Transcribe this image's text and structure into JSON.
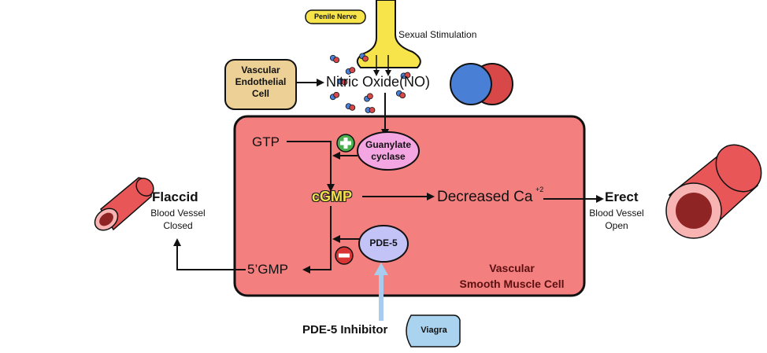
{
  "labels": {
    "penile_nerve": "Penile Nerve",
    "sexual_stimulation": "Sexual Stimulation",
    "vascular_endothelial_cell": "Vascular\nEndothelial\nCell",
    "nitric_oxide": "Nitric Oxide(NO)",
    "gtp": "GTP",
    "guanylate_cyclase": "Guanylate\ncyclase",
    "cgmp": "cGMP",
    "decreased_ca": "Decreased Ca",
    "ca_superscript": "+2",
    "erect": "Erect",
    "erect_sub": "Blood Vessel\nOpen",
    "flaccid": "Flaccid",
    "flaccid_sub": "Blood Vessel\nClosed",
    "pde5": "PDE-5",
    "five_gmp": "5’GMP",
    "smooth_muscle_cell": "Vascular\nSmooth Muscle Cell",
    "pde5_inhibitor": "PDE-5 Inhibitor",
    "viagra": "Viagra"
  },
  "colors": {
    "muscle_cell_fill": "#f47f7f",
    "nerve_yellow": "#f7e44a",
    "endothelial_fill": "#ecd095",
    "guanylate_fill": "#f4a6e2",
    "pde5_fill": "#c3c3f7",
    "viagra_fill": "#a9d3ee",
    "no_blue": "#4a7fd6",
    "no_red": "#d94848",
    "vessel_red": "#e95658",
    "cgmp_text": "#f5e14a",
    "inhibitor_arrow": "#a7ccef"
  },
  "icons": {
    "plus_badge": "green-plus-circle",
    "minus_badge": "red-minus-circle"
  }
}
